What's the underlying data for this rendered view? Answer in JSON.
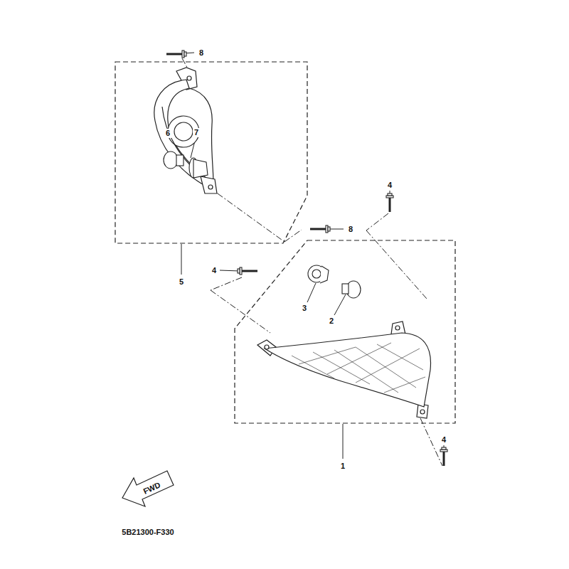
{
  "diagram": {
    "labels": [
      "8",
      "6",
      "7",
      "4",
      "8",
      "5",
      "4",
      "3",
      "2",
      "1",
      "4",
      "FWD",
      "5B21300-F330"
    ]
  }
}
